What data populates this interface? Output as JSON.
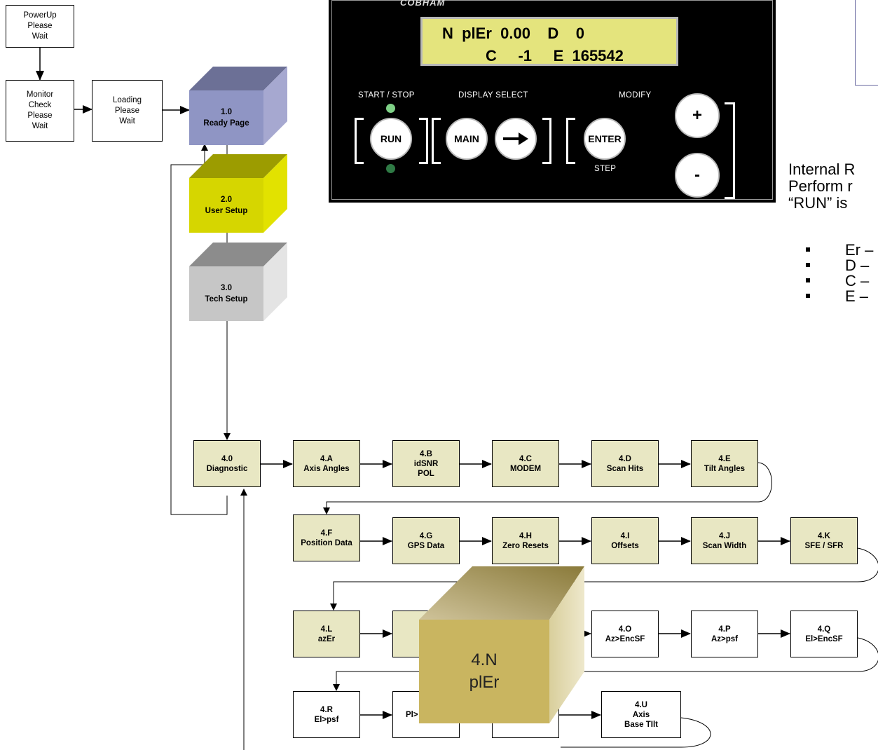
{
  "flow": {
    "powerup": "PowerUp\nPlease\nWait",
    "monitor": "Monitor\nCheck\nPlease\nWait",
    "loading": "Loading\nPlease\nWait",
    "ready": "1.0\nReady Page",
    "user_setup": "2.0\nUser Setup",
    "tech_setup": "3.0\nTech Setup",
    "diagnostic": "4.0\nDiagnostic"
  },
  "diag": {
    "a": "4.A\nAxis Angles",
    "b": "4.B\nidSNR\nPOL",
    "c": "4.C\nMODEM",
    "d": "4.D\nScan Hits",
    "e": "4.E\nTilt Angles",
    "f": "4.F\nPosition Data",
    "g": "4.G\nGPS Data",
    "h": "4.H\nZero Resets",
    "i": "4.I\nOffsets",
    "j": "4.J\nScan Width",
    "k": "4.K\nSFE / SFR",
    "l": "4.L\nazEr",
    "o": "4.O\nAz>EncSF",
    "p": "4.P\nAz>psf",
    "q": "4.Q\nEl>EncSF",
    "r": "4.R\nEl>psf",
    "s_partial": "Pl>",
    "u": "4.U\nAxis\nBase TIlt"
  },
  "zoom": {
    "label": "4.N\nplEr"
  },
  "panel": {
    "logo": "COBHAM",
    "lcd_row1": "N  plEr  0.00    D    0",
    "lcd_row2": "C     -1     E  165542",
    "start_stop": "START / STOP",
    "display_select": "DISPLAY SELECT",
    "modify": "MODIFY",
    "run": "RUN",
    "main": "MAIN",
    "enter": "ENTER",
    "step": "STEP",
    "plus": "+",
    "minus": "-"
  },
  "note": {
    "line1": "Internal R",
    "line2": "Perform r",
    "line3": "“RUN” is"
  },
  "bullets": [
    "Er –",
    "D –",
    "C –",
    "E –"
  ],
  "colors": {
    "ready_front": "#8f95c4",
    "user_front": "#d6d600",
    "tech_front": "#c6c6c6",
    "diag_fill": "#e8e7c3",
    "zoom_front": "#c9b560",
    "lcd": "#e4e47d"
  }
}
